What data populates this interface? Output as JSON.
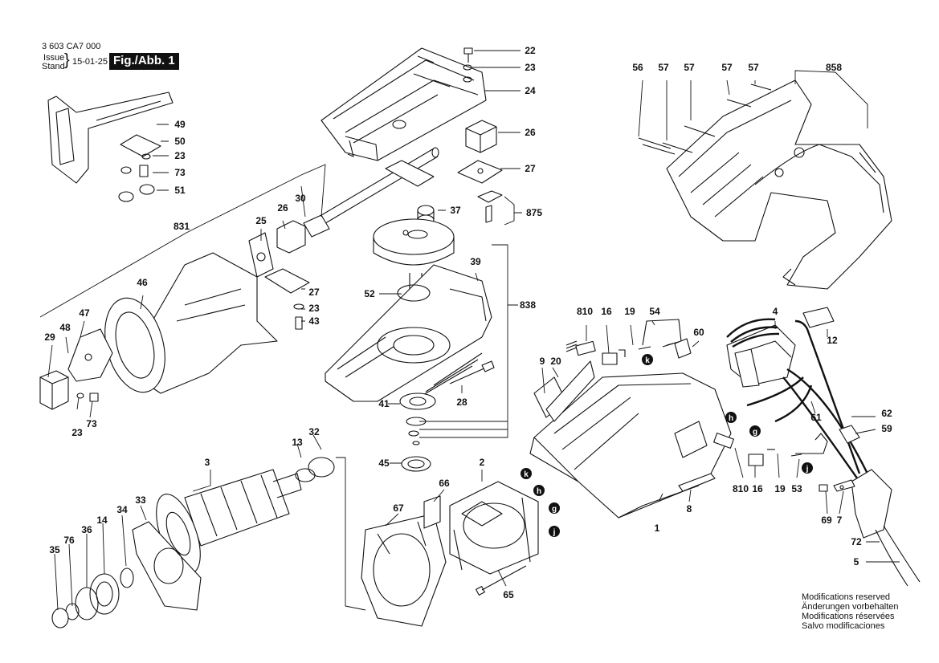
{
  "header": {
    "doc_number": "3 603 CA7 000",
    "issue_label": "Issue",
    "stand_label": "Stand",
    "date": "15-01-25",
    "fig_label": "Fig./Abb. 1"
  },
  "footer": {
    "notes": [
      "Modifications reserved",
      "Änderungen vorbehalten",
      "Modifications réservées",
      "Salvo modificaciones"
    ]
  },
  "callouts": [
    "22",
    "23",
    "24",
    "26",
    "27",
    "37",
    "875",
    "49",
    "50",
    "23",
    "73",
    "51",
    "30",
    "26",
    "25",
    "831",
    "27",
    "23",
    "43",
    "39",
    "52",
    "838",
    "46",
    "47",
    "48",
    "29",
    "23",
    "73",
    "28",
    "41",
    "45",
    "56",
    "57",
    "57",
    "57",
    "57",
    "858",
    "810",
    "16",
    "19",
    "54",
    "60",
    "4",
    "12",
    "9",
    "20",
    "62",
    "59",
    "61",
    "13",
    "32",
    "3",
    "2",
    "66",
    "67",
    "65",
    "33",
    "34",
    "14",
    "36",
    "76",
    "35",
    "810",
    "16",
    "19",
    "53",
    "8",
    "1",
    "69",
    "7",
    "72",
    "5"
  ],
  "connector_markers": [
    "k",
    "h",
    "g",
    "j",
    "h",
    "g",
    "j"
  ],
  "colors": {
    "ink": "#111111",
    "paper": "#ffffff"
  }
}
